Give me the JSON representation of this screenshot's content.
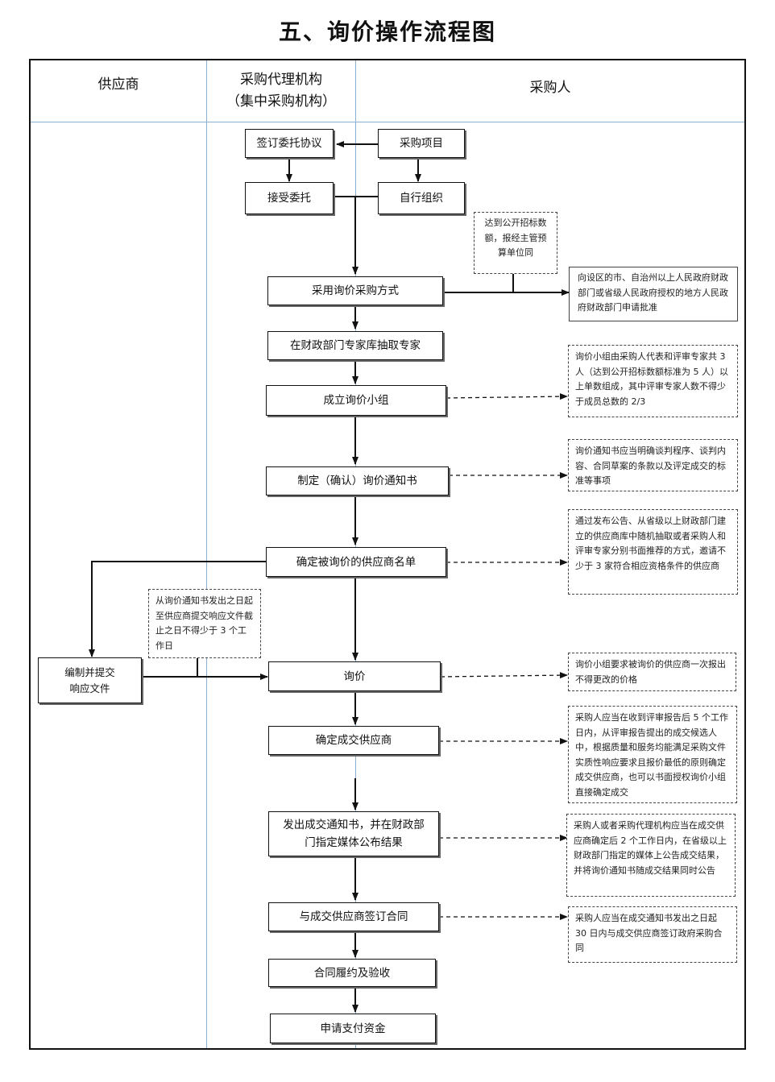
{
  "title": "五、询价操作流程图",
  "lanes": {
    "supplier": "供应商",
    "agency_line1": "采购代理机构",
    "agency_line2": "（集中采购机构）",
    "purchaser": "采购人"
  },
  "steps": {
    "sign_agreement": "签订委托协议",
    "procurement_project": "采购项目",
    "accept_commission": "接受委托",
    "self_organize": "自行组织",
    "adopt_inquiry": "采用询价采购方式",
    "draw_experts": "在财政部门专家库抽取专家",
    "form_group": "成立询价小组",
    "draft_notice": "制定（确认）询价通知书",
    "supplier_list": "确定被询价的供应商名单",
    "prepare_response_l1": "编制并提交",
    "prepare_response_l2": "响应文件",
    "inquiry": "询价",
    "determine_supplier": "确定成交供应商",
    "publish_result_l1": "发出成交通知书，并在财政部",
    "publish_result_l2": "门指定媒体公布结果",
    "sign_contract": "与成交供应商签订合同",
    "acceptance": "合同履约及验收",
    "payment": "申请支付资金"
  },
  "notes": {
    "threshold": "达到公开招标数额，报经主管预算单位同",
    "approval": "向设区的市、自治州以上人民政府财政部门或省级人民政府授权的地方人民政府财政部门申请批准",
    "group_composition": "询价小组由采购人代表和评审专家共 3 人（达到公开招标数额标准为 5 人）以上单数组成，其中评审专家人数不得少于成员总数的 2/3",
    "notice_content": "询价通知书应当明确谈判程序、谈判内容、合同草案的条款以及评定成交的标准等事项",
    "supplier_selection": "通过发布公告、从省级以上财政部门建立的供应商库中随机抽取或者采购人和评审专家分别书面推荐的方式，邀请不少于 3 家符合相应资格条件的供应商",
    "response_period": "从询价通知书发出之日起至供应商提交响应文件截止之日不得少于 3 个工作日",
    "one_time_quote": "询价小组要求被询价的供应商一次报出不得更改的价格",
    "determine_rule": "采购人应当在收到评审报告后 5 个工作日内，从评审报告提出的成交候选人中，根据质量和服务均能满足采购文件实质性响应要求且报价最低的原则确定成交供应商，也可以书面授权询价小组直接确定成交",
    "announce_rule": "采购人或者采购代理机构应当在成交供应商确定后 2 个工作日内，在省级以上财政部门指定的媒体上公告成交结果，并将询价通知书随成交结果同时公告",
    "contract_rule": "采购人应当在成交通知书发出之日起 30 日内与成交供应商签订政府采购合同"
  },
  "colors": {
    "lane_divider": "#8ab0d6",
    "stroke": "#111111"
  }
}
